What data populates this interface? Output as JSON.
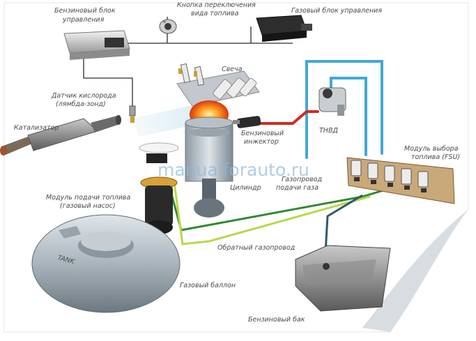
{
  "labels": {
    "petrol_ecu": [
      "Бензиновый блок",
      "управления"
    ],
    "switch_button": [
      "Кнопка переключения",
      "вида топлива"
    ],
    "gas_ecu": [
      "Газовый блок управления"
    ],
    "spark_plug": [
      "Свеча"
    ],
    "oxygen_sensor": [
      "Датчик кислорода",
      "(лямбда-зонд)"
    ],
    "catalyst": [
      "Катализатор"
    ],
    "petrol_injector": [
      "Бензиновый",
      "инжектор"
    ],
    "hpfp": [
      "ТНВД"
    ],
    "fsu": [
      "Модуль выбора",
      "топлива (FSU)"
    ],
    "gas_line": [
      "Газопровод",
      "подачи газа"
    ],
    "cylinder": [
      "Цилиндр"
    ],
    "fuel_module": [
      "Модуль подачи топлива",
      "(газовый насос)"
    ],
    "return_line": [
      "Обратный газопровод"
    ],
    "gas_tank": [
      "Газовый баллон"
    ],
    "petrol_tank": [
      "Бензиновый бак"
    ]
  },
  "watermark": "manualforauto.ru",
  "colors": {
    "wire": "#2b2b2b",
    "hose_blue": "#3fa9d6",
    "hose_red": "#d42a1e",
    "gas_supply": "#2f8a2f",
    "gas_return": "#b7d84a",
    "petrol_line": "#33576b"
  }
}
